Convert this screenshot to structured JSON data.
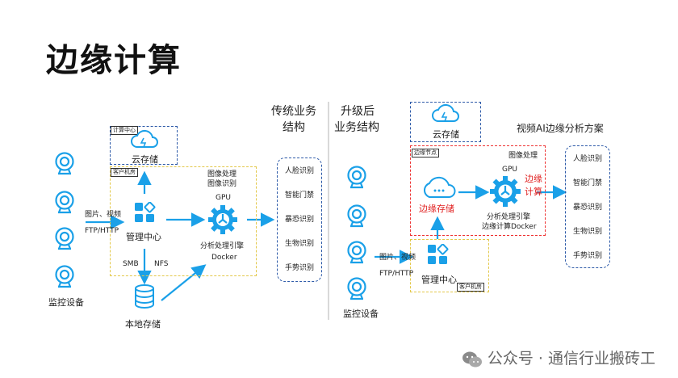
{
  "title": "边缘计算",
  "colors": {
    "accent": "#1aa0e8",
    "dashed_yellow": "#e3c84a",
    "dashed_blue": "#2d5aa8",
    "dashed_red": "#e33333"
  },
  "left": {
    "heading": [
      "传统业务",
      "结构"
    ],
    "cloud_tag": "计算中心",
    "cloud_label": "云存储",
    "room_tag": "客户机房",
    "image_lines": [
      "图像处理",
      "图像识别"
    ],
    "gpu": "GPU",
    "engine_lines": [
      "分析处理引擎",
      "Docker"
    ],
    "center_label": "管理中心",
    "protocol_lines": [
      "图片、视频",
      "FTP/HTTP"
    ],
    "smb": "SMB",
    "nfs": "NFS",
    "local_storage": "本地存储",
    "monitor_label": "监控设备",
    "results": [
      "人脸识别",
      "智能门禁",
      "暴恐识别",
      "生物识别",
      "手势识别"
    ]
  },
  "right": {
    "heading": [
      "升级后",
      "业务结构"
    ],
    "cloud_label": "云存储",
    "scheme_title": "视频AI边缘分析方案",
    "edge_tag": "边缘节点",
    "edge_storage": "边缘存储",
    "image_line": "图像处理",
    "gpu": "GPU",
    "edge_compute": [
      "边缘",
      "计算"
    ],
    "engine_lines": [
      "分析处理引擎",
      "边缘计算Docker"
    ],
    "protocol_lines": [
      "图片、视频",
      "FTP/HTTP"
    ],
    "center_label": "管理中心",
    "room_tag": "客户机房",
    "monitor_label": "监控设备",
    "results": [
      "人脸识别",
      "智能门禁",
      "暴恐识别",
      "生物识别",
      "手势识别"
    ]
  },
  "watermark": "公众号 · 通信行业搬砖工",
  "icons": [
    "camera-icon",
    "cloud-icon",
    "apps-grid-icon",
    "gear-engine-icon",
    "database-icon",
    "wechat-icon"
  ]
}
